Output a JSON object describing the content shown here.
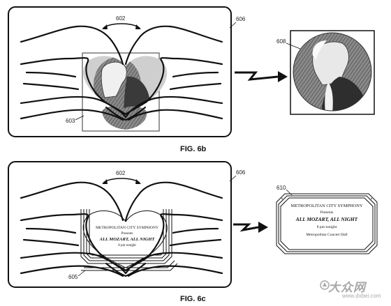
{
  "fig6b": {
    "label": "FIG. 6b",
    "ref_gesture": "602",
    "ref_display": "606",
    "ref_region": "603",
    "ref_result": "608"
  },
  "fig6c": {
    "label": "FIG. 6c",
    "ref_gesture": "602",
    "ref_display": "606",
    "ref_region": "605",
    "ref_result": "610",
    "poster": {
      "line1": "METROPOLITAN CITY SYMPHONY",
      "line2": "Presents",
      "line3": "ALL MOZART, ALL NIGHT",
      "line4": "8 pm tonight",
      "line5": "Metropolitan Concert Hall"
    },
    "poster_partial": {
      "line1": "METROPOLITAN CITY SYMPHONY",
      "line2": "Presents",
      "line3": "ALL MOZART, ALL NIGHT",
      "line4": "8 pm tonight"
    }
  },
  "watermark": {
    "chinese": "大众网",
    "url": "www.dxbei.com"
  },
  "colors": {
    "ink": "#111111",
    "portrait_fill": "#7d7d7d",
    "watermark": "#a9a9a9"
  }
}
